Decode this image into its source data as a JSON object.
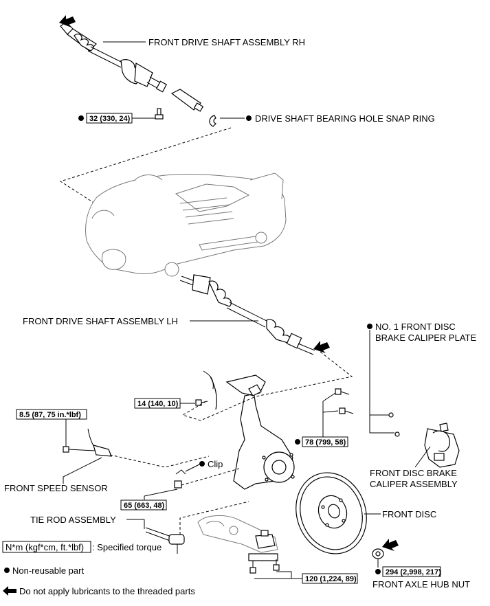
{
  "labels": {
    "shaft_rh": "FRONT DRIVE SHAFT ASSEMBLY RH",
    "snap_ring": "DRIVE SHAFT BEARING HOLE SNAP RING",
    "shaft_lh": "FRONT DRIVE SHAFT ASSEMBLY LH",
    "caliper_plate_1": "NO. 1 FRONT DISC",
    "caliper_plate_2": "BRAKE CALIPER PLATE",
    "caliper_asm_1": "FRONT DISC BRAKE",
    "caliper_asm_2": "CALIPER ASSEMBLY",
    "speed_sensor": "FRONT SPEED SENSOR",
    "clip": "Clip",
    "tie_rod": "TIE ROD ASSEMBLY",
    "front_disc": "FRONT DISC",
    "hub_nut": "FRONT AXLE HUB NUT"
  },
  "torques": {
    "t32": "32 (330, 24)",
    "t14": "14 (140, 10)",
    "t85": "8.5 (87, 75 in.*lbf)",
    "t78": "78 (799, 58)",
    "t65": "65 (663, 48)",
    "t120": "120 (1,224, 89)",
    "t294": "294 (2,998, 217)"
  },
  "legend": {
    "unit_box": "N*m (kgf*cm, ft.*lbf)",
    "unit_text": ": Specified torque",
    "non_reusable": "Non-reusable part",
    "no_lube": "Do not apply lubricants to the threaded parts"
  }
}
